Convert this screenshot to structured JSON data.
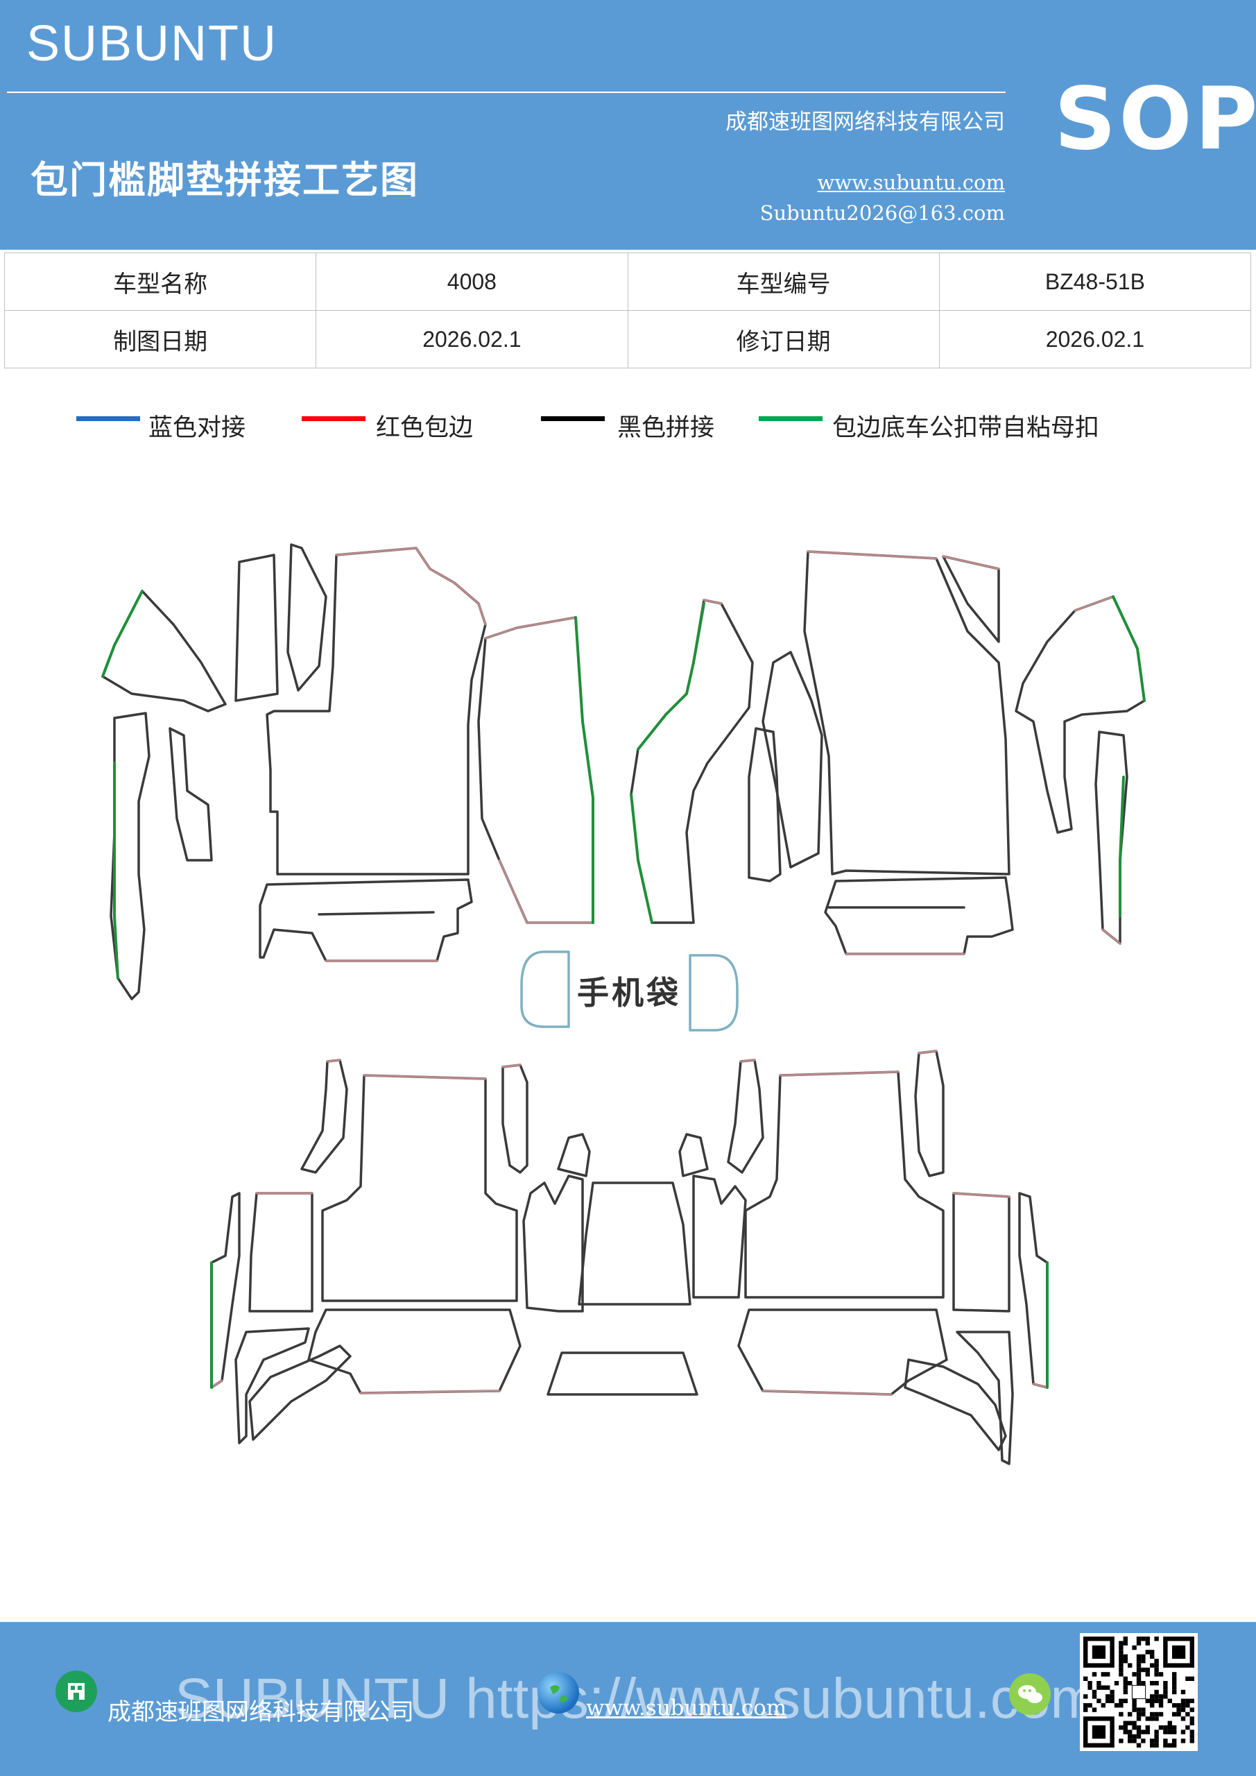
{
  "header": {
    "brand": "SUBUNTU",
    "doc_title": "包门槛脚垫拼接工艺图",
    "company": "成都速班图网络科技有限公司",
    "website": "www.subuntu.com",
    "email": "Subuntu2026@163.com",
    "badge": "SOP"
  },
  "info_table": {
    "rows": [
      [
        {
          "label": "车型名称",
          "value": "4008"
        },
        {
          "label": "车型编号",
          "value": "BZ48-51B"
        }
      ],
      [
        {
          "label": "制图日期",
          "value": "2026.02.1"
        },
        {
          "label": "修订日期",
          "value": "2026.02.1"
        }
      ]
    ]
  },
  "legend": [
    {
      "label": "蓝色对接",
      "color": "#1f6fbf"
    },
    {
      "label": "红色包边",
      "color": "#ff0000"
    },
    {
      "label": "黑色拼接",
      "color": "#000000"
    },
    {
      "label": "包边底车公扣带自粘母扣",
      "color": "#00a651"
    }
  ],
  "diagram": {
    "phone_pocket_label": "手机袋",
    "colors": {
      "outline": "#3a3a3a",
      "edge": "#b88a8a",
      "green": "#1f8f3a",
      "blue": "#7fb0c0"
    }
  },
  "footer": {
    "company": "成都速班图网络科技有限公司",
    "website": "www.subuntu.com",
    "watermark": "SUBUNTU https://www.subuntu.com",
    "icons": [
      "building-icon",
      "globe-icon",
      "wechat-icon",
      "qr-code"
    ]
  }
}
